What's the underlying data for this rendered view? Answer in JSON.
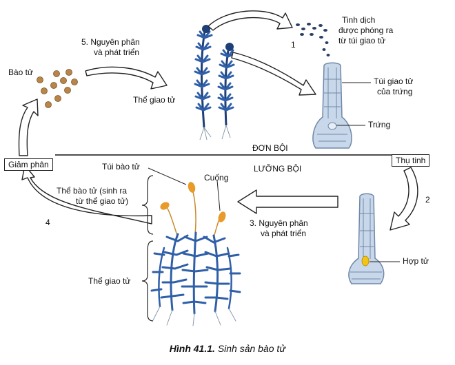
{
  "labels": {
    "spores": "Bào tử",
    "step5_line1": "5. Nguyên phân",
    "step5_line2": "và phát triển",
    "gametophyte_top": "Thể giao tử",
    "sperm_line1": "Tinh dịch",
    "sperm_line2": "được phóng ra",
    "sperm_line3": "từ túi giao tử",
    "step1": "1",
    "archegonium_line1": "Túi giao tử",
    "archegonium_line2": "của trứng",
    "egg": "Trứng",
    "haploid": "ĐƠN BỘI",
    "diploid": "LƯỠNG BỘI",
    "meiosis": "Giảm phân",
    "fertilization": "Thụ tinh",
    "sporangium": "Túi bào tử",
    "stalk": "Cuống",
    "sporophyte_line1": "Thể bào tử (sinh ra",
    "sporophyte_line2": "từ thể giao tử)",
    "step4": "4",
    "step3_line1": "3. Nguyên phân",
    "step3_line2": "và phát triển",
    "step2": "2",
    "zygote": "Hợp tử",
    "gametophyte_bottom": "Thể giao tử"
  },
  "caption": {
    "figure": "Hình 41.1.",
    "title": "Sinh sản bào tử"
  },
  "colors": {
    "moss": "#2f5fa8",
    "moss_dark": "#1f3f78",
    "capsule": "#e89a2a",
    "spore": "#b8864a",
    "cell_fill": "#c8d8ea",
    "cell_line": "#6f87a8",
    "zygote": "#f2c418"
  }
}
